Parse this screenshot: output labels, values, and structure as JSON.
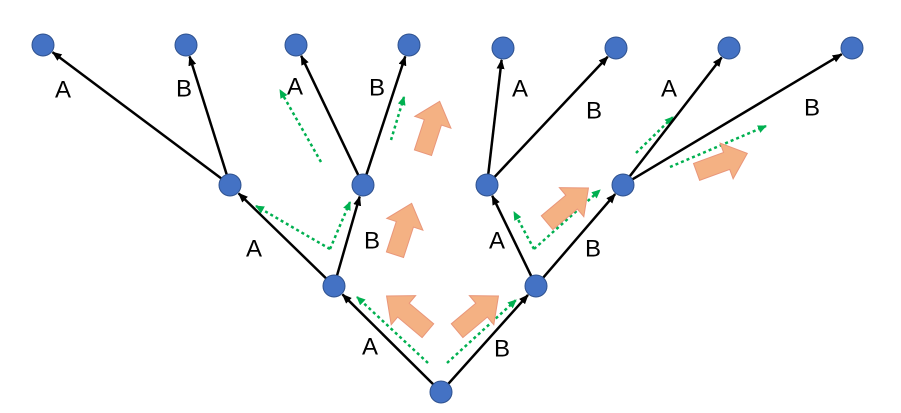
{
  "colors": {
    "node": "#4472C4",
    "node_stroke": "#2F528F",
    "edge": "#000000",
    "dotted_arrow": "#00B050",
    "big_arrow": "#F4B183",
    "big_arrow_stroke": "#E9967A"
  },
  "tree": {
    "root": "n0",
    "edges": [
      {
        "from": "n0",
        "to": "n1",
        "label": "A"
      },
      {
        "from": "n0",
        "to": "n2",
        "label": "B"
      },
      {
        "from": "n1",
        "to": "n3",
        "label": "A"
      },
      {
        "from": "n1",
        "to": "n4",
        "label": "B"
      },
      {
        "from": "n2",
        "to": "n5",
        "label": "A"
      },
      {
        "from": "n2",
        "to": "n6",
        "label": "B"
      },
      {
        "from": "n3",
        "to": "n7",
        "label": "A"
      },
      {
        "from": "n3",
        "to": "n8",
        "label": "B"
      },
      {
        "from": "n4",
        "to": "n9",
        "label": "A"
      },
      {
        "from": "n4",
        "to": "n10",
        "label": "B"
      },
      {
        "from": "n5",
        "to": "n11",
        "label": "A"
      },
      {
        "from": "n5",
        "to": "n12",
        "label": "B"
      },
      {
        "from": "n6",
        "to": "n13",
        "label": "A"
      },
      {
        "from": "n6",
        "to": "n14",
        "label": "B"
      }
    ]
  }
}
